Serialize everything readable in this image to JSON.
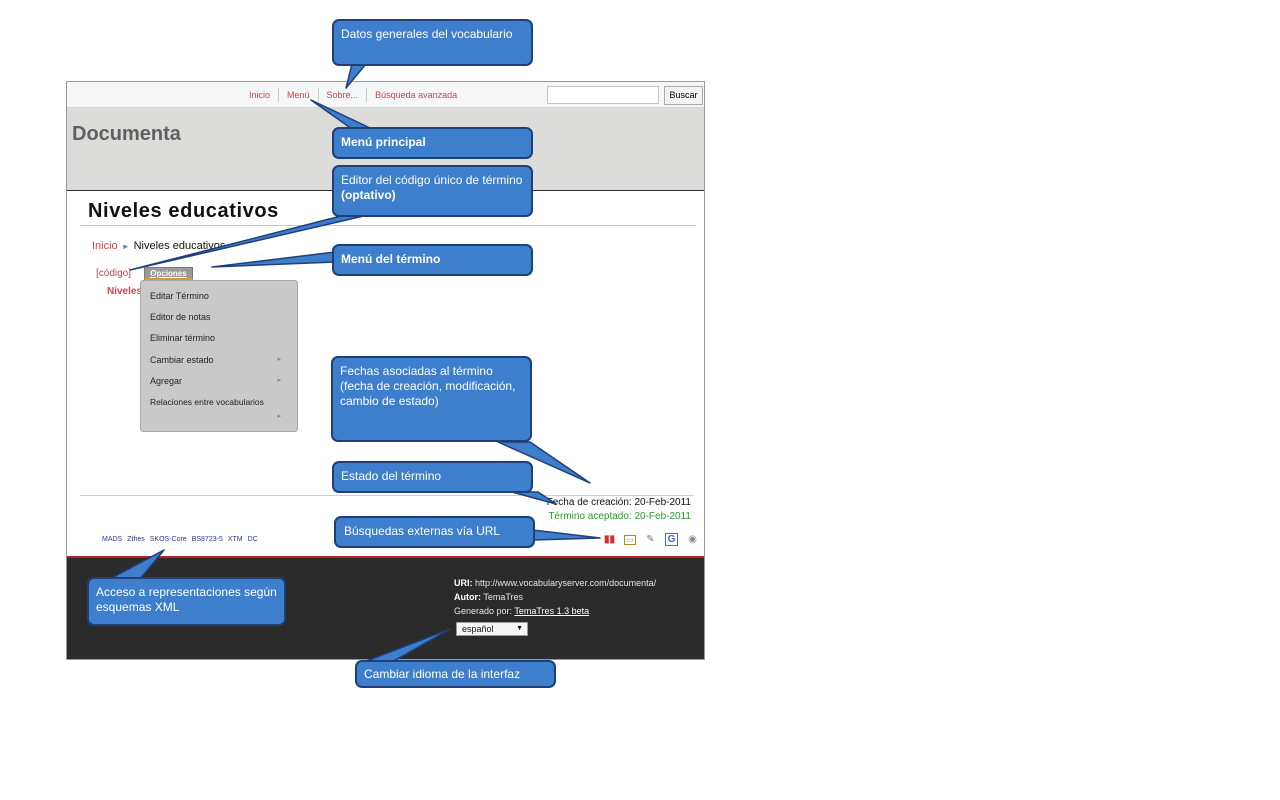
{
  "topbar": {
    "nav": [
      "Inicio",
      "Menú",
      "Sobre...",
      "Búsqueda avanzada"
    ],
    "search_placeholder": "",
    "search_button": "Buscar"
  },
  "banner": {
    "title": "Documenta"
  },
  "term": {
    "title": "Niveles educativos",
    "breadcrumb_home": "Inicio",
    "breadcrumb_current": "Niveles educativos",
    "code_link": "[código]",
    "options_label": "Opciones",
    "partial_term": "Niveles"
  },
  "options_menu": {
    "items": [
      "Editar Término",
      "Editor de notas",
      "Eliminar término",
      "Cambiar estado",
      "Agregar",
      "Relaciones entre vocabularios"
    ],
    "arrow": "▸"
  },
  "dates": {
    "created": "Fecha de creación: 20-Feb-2011",
    "accepted": "Término aceptado: 20-Feb-2011"
  },
  "formats": [
    "MADS",
    "Zthes",
    "SKOS-Core",
    "BS8723-5",
    "XTM",
    "DC"
  ],
  "external_icons": [
    "bar-chart-icon",
    "book-icon",
    "tool-icon",
    "google-icon",
    "globe-icon"
  ],
  "footer": {
    "uri_label": "URI:",
    "uri_value": "http://www.vocabularyserver.com/documenta/",
    "author_label": "Autor:",
    "author_value": "TemaTres",
    "generated_label": "Generado por:",
    "generated_link": "TemaTres 1.3 beta",
    "language": "español",
    "caret": "▼"
  },
  "callouts": {
    "general": "Datos generales del vocabulario",
    "main_menu": "Menú principal",
    "code_editor_a": "Editor del código único de término",
    "code_editor_b": "(optativo)",
    "term_menu": "Menú del término",
    "dates": "Fechas asociadas al término (fecha de creación, modificación, cambio de estado)",
    "status": "Estado del término",
    "external": "Búsquedas externas vía URL",
    "xml": "Acceso a representaciones según esquemas XML",
    "language": "Cambiar idioma de la interfaz"
  },
  "colors": {
    "callout_fill": "#3d7fcc",
    "callout_border": "#1f3f78",
    "link_red": "#d04545",
    "footer_bg": "#2b2b2b",
    "accepted_green": "#2a9a2a"
  }
}
